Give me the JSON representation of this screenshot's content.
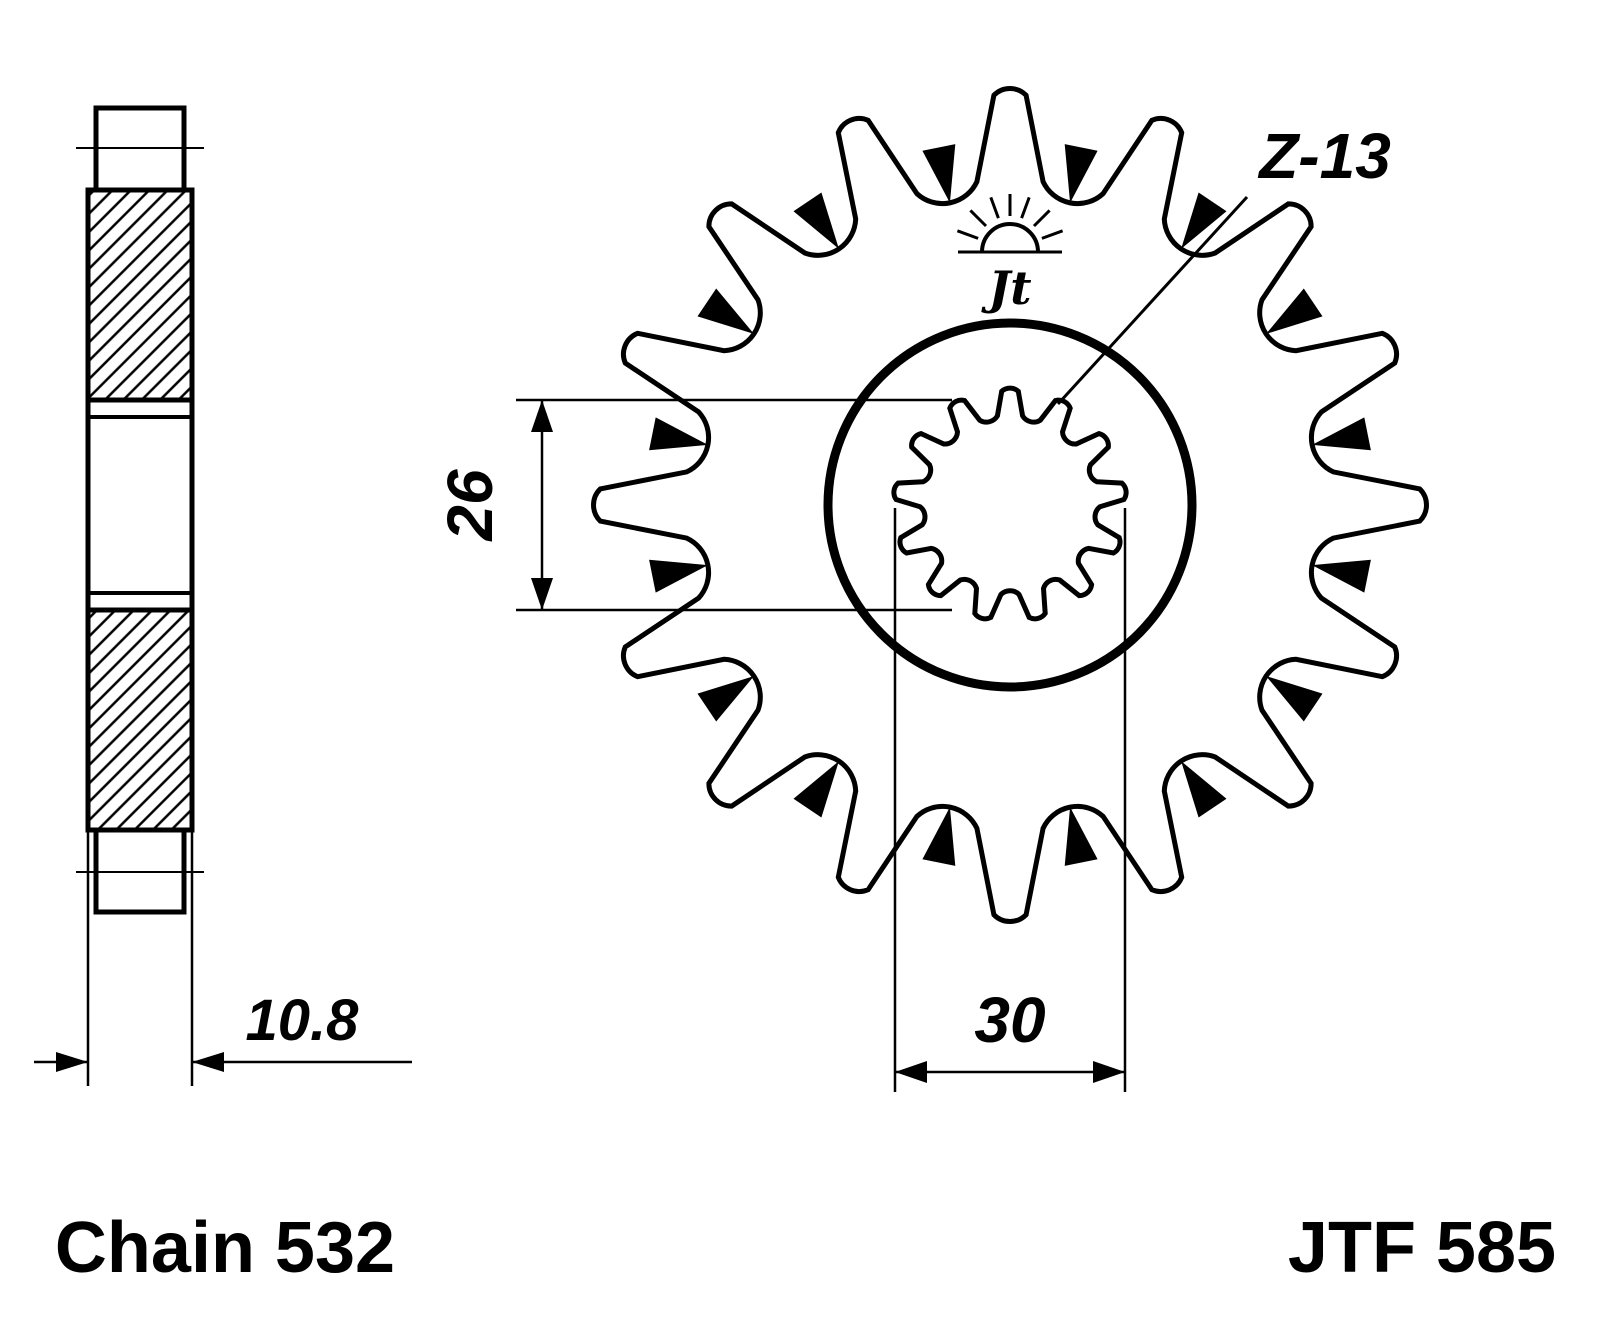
{
  "drawing": {
    "part_label": "JTF 585",
    "chain_label": "Chain 532",
    "logo_text": "Jt",
    "dimensions": {
      "bore_diameter": "26",
      "spline_outer_diameter": "30",
      "thickness": "10.8",
      "spline_teeth_label": "Z-13"
    },
    "colors": {
      "line": "#000000",
      "background": "#ffffff"
    }
  }
}
